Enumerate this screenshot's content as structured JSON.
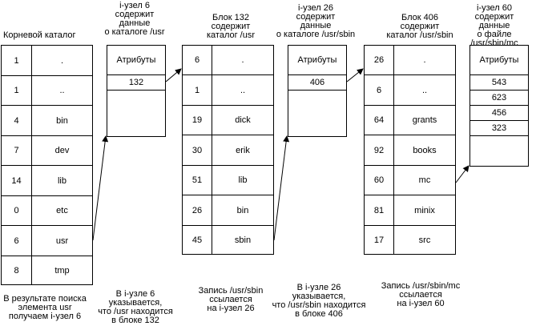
{
  "root": {
    "title": "Корневой каталог",
    "rows": [
      {
        "inode": "1",
        "name": "."
      },
      {
        "inode": "1",
        "name": ".."
      },
      {
        "inode": "4",
        "name": "bin"
      },
      {
        "inode": "7",
        "name": "dev"
      },
      {
        "inode": "14",
        "name": "lib"
      },
      {
        "inode": "0",
        "name": "etc"
      },
      {
        "inode": "6",
        "name": "usr"
      },
      {
        "inode": "8",
        "name": "tmp"
      }
    ],
    "caption": [
      "В результате поиска",
      "элемента usr",
      "получаем i-узел 6"
    ]
  },
  "inode6": {
    "title": [
      "i-узел 6",
      "содержит",
      "данные",
      "о каталоге /usr"
    ],
    "attrs": "Атрибуты",
    "values": [
      "132"
    ],
    "caption": [
      "В i-узле 6",
      "указывается,",
      "что /usr находится",
      "в блоке 132"
    ]
  },
  "block132": {
    "title": [
      "Блок 132",
      "содержит",
      "каталог /usr"
    ],
    "rows": [
      {
        "inode": "6",
        "name": "."
      },
      {
        "inode": "1",
        "name": ".."
      },
      {
        "inode": "19",
        "name": "dick"
      },
      {
        "inode": "30",
        "name": "erik"
      },
      {
        "inode": "51",
        "name": "lib"
      },
      {
        "inode": "26",
        "name": "bin"
      },
      {
        "inode": "45",
        "name": "sbin"
      }
    ],
    "caption": [
      "Запись /usr/sbin",
      "ссылается",
      "на i-узел 26"
    ]
  },
  "inode26": {
    "title": [
      "i-узел 26",
      "содержит",
      "данные",
      "о каталоге /usr/sbin"
    ],
    "attrs": "Атрибуты",
    "values": [
      "406"
    ],
    "caption": [
      "В i-узле 26",
      "указывается,",
      "что /usr/sbin находится",
      "в блоке 406"
    ]
  },
  "block406": {
    "title": [
      "Блок 406",
      "содержит",
      "каталог /usr/sbin"
    ],
    "rows": [
      {
        "inode": "26",
        "name": "."
      },
      {
        "inode": "6",
        "name": ".."
      },
      {
        "inode": "64",
        "name": "grants"
      },
      {
        "inode": "92",
        "name": "books"
      },
      {
        "inode": "60",
        "name": "mc"
      },
      {
        "inode": "81",
        "name": "minix"
      },
      {
        "inode": "17",
        "name": "src"
      }
    ],
    "caption": [
      "Запись /usr/sbin/mc",
      "ссылается",
      "на i-узел 60"
    ]
  },
  "inode60": {
    "title": [
      "i-узел 60",
      "содержит",
      "данные",
      "о файле /usr/sbin/mc"
    ],
    "attrs": "Атрибуты",
    "values": [
      "543",
      "623",
      "456",
      "323"
    ]
  }
}
